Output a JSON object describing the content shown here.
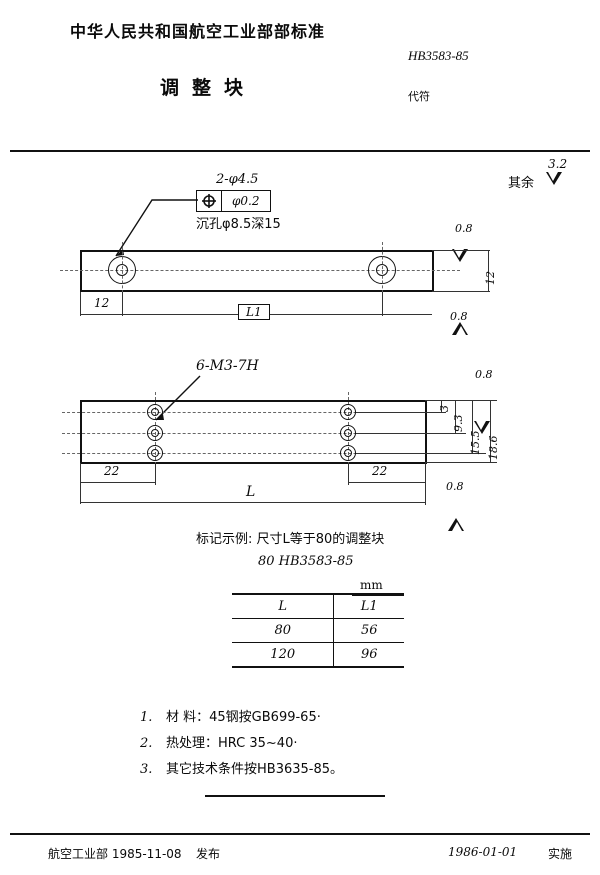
{
  "header": {
    "standard_org": "中华人民共和国航空工业部部标准",
    "doc_title": "调整块",
    "std_number": "HB3583-85",
    "code_label": "代符"
  },
  "drawing": {
    "general_finish_label": "其余",
    "general_finish_value": "3.2",
    "top_view": {
      "callout_qty_dia": "2-φ4.5",
      "tolerance_value": "φ0.2",
      "counterbore_note": "沉孔φ8.5深15",
      "dim_left": "12",
      "dim_length": "L1",
      "dim_height": "12",
      "finish_top": "0.8",
      "finish_bottom": "0.8"
    },
    "front_view": {
      "thread_callout": "6-M3-7H",
      "dim_left": "22",
      "dim_right": "22",
      "dim_overall": "L",
      "dim_v1": "3",
      "dim_v2": "9.3",
      "dim_v3": "15.5",
      "dim_v4": "18.6",
      "finish_top": "0.8",
      "finish_bottom": "0.8"
    }
  },
  "mark_example": {
    "line1": "标记示例: 尺寸L等于80的调整块",
    "line2": "80  HB3583-85"
  },
  "table": {
    "unit": "mm",
    "headers": [
      "L",
      "L1"
    ],
    "rows": [
      [
        "80",
        "56"
      ],
      [
        "120",
        "96"
      ]
    ]
  },
  "notes": [
    {
      "num": "1.",
      "text": "材 料：45钢按GB699-65·"
    },
    {
      "num": "2.",
      "text": "热处理：HRC 35~40·"
    },
    {
      "num": "3.",
      "text": "其它技术条件按HB3635-85。"
    }
  ],
  "footer": {
    "issuer": "航空工业部 1985-11-08",
    "publish": "发布",
    "effective_date": "1986-01-01",
    "effective": "实施"
  }
}
